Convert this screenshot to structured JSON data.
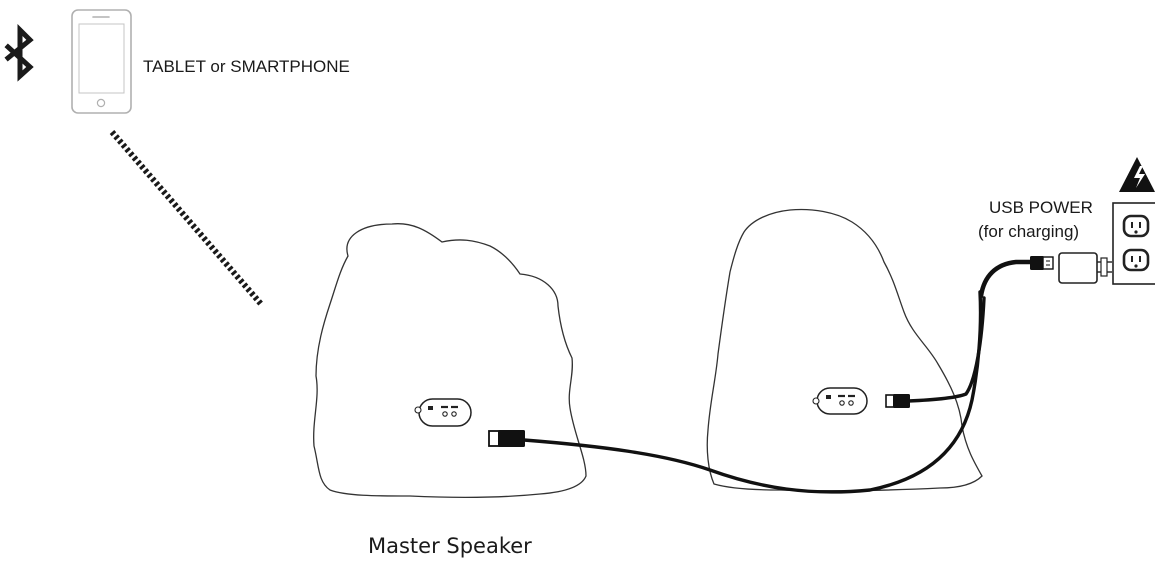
{
  "labels": {
    "device": "TABLET or SMARTPHONE",
    "usb_power": "USB POWER",
    "usb_power_note": "(for charging)",
    "master_speaker": "Master Speaker"
  },
  "icons": {
    "bluetooth": "bluetooth-icon",
    "phone": "smartphone-icon",
    "warning": "electric-hazard-icon",
    "outlet": "wall-outlet-icon",
    "adapter": "usb-power-adapter-icon",
    "usb_plug": "usb-plug-icon"
  },
  "colors": {
    "line": "#1a1a1a",
    "outline": "#333333",
    "cable": "#111111",
    "phone_outline": "#b0b0b0"
  }
}
